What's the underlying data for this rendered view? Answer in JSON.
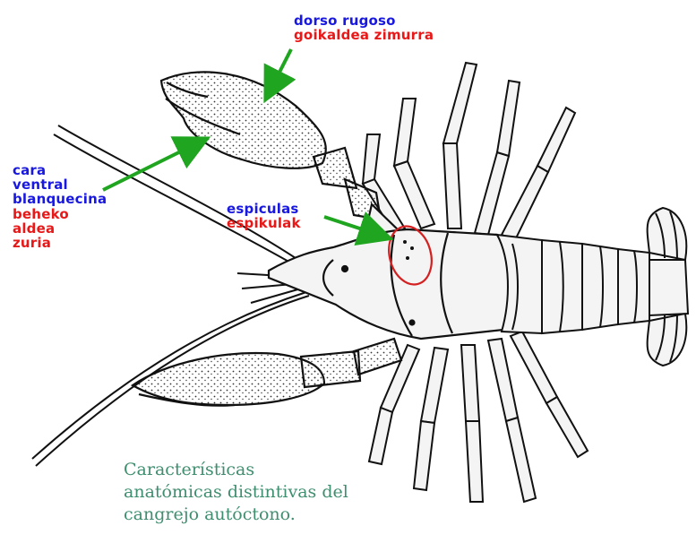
{
  "labels": {
    "dorso": {
      "es": "dorso rugoso",
      "eu": "goikaldea zimurra"
    },
    "cara": {
      "es": [
        "cara",
        "ventral",
        "blanquecina"
      ],
      "eu": [
        "beheko",
        "aldea",
        "zuria"
      ]
    },
    "espiculas": {
      "es": "espiculas",
      "eu": "espikulak"
    }
  },
  "caption": [
    "Características",
    "anatómicas distintivas del",
    "cangrejo autóctono."
  ],
  "colors": {
    "spanish": "#1818e0",
    "basque": "#e81818",
    "arrow": "#1fa51f",
    "highlight": "#d42020",
    "caption": "#3f8e6f"
  }
}
